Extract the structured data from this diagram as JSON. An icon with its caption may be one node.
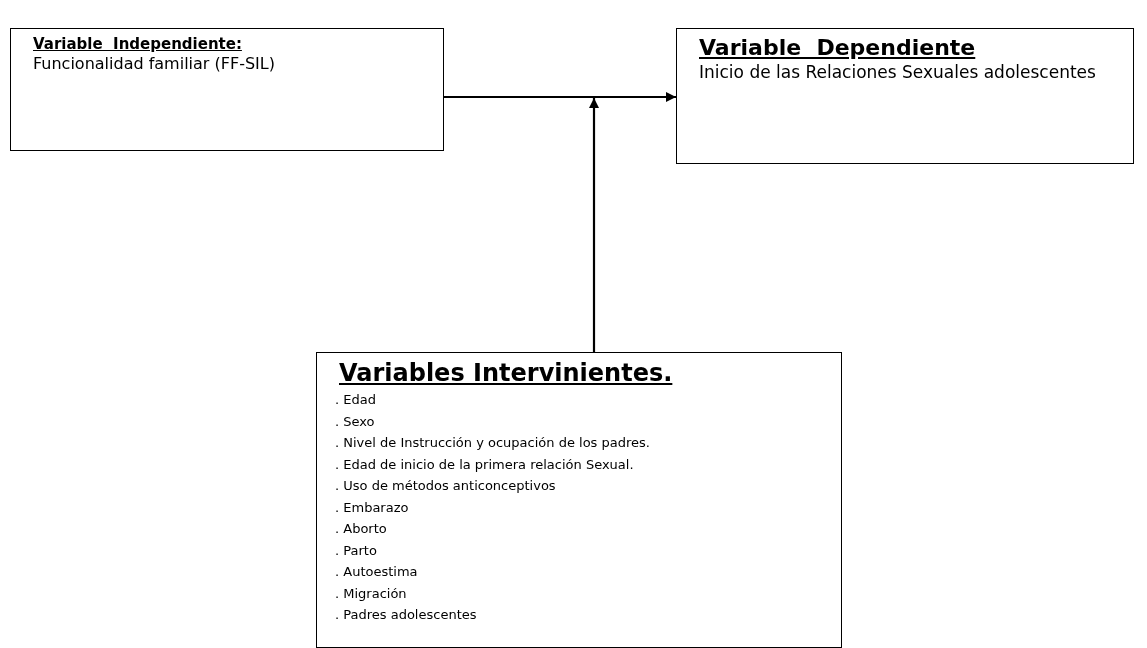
{
  "diagram": {
    "nodes": [
      {
        "text": [
          "Variable  Independiente:",
          "Funcionalidad familiar (FF-SIL)"
        ]
      },
      {
        "text": [
          "Variable  Dependiente",
          "Inicio de las Relaciones Sexuales adolescentes"
        ]
      },
      {
        "text": [
          "Variables Intervinientes.",
          ". Edad",
          ". Sexo",
          ". Nivel de Instrucción y ocupación de los padres.",
          ". Edad de inicio de la primera relación Sexual.",
          ". Uso de métodos anticonceptivos",
          ". Embarazo",
          ". Aborto",
          ". Parto",
          ". Autoestima",
          ". Migración",
          ". Padres adolescentes"
        ]
      }
    ],
    "edges": [
      {
        "from": 0,
        "to": 1,
        "arrow": "to"
      },
      {
        "from": 2,
        "to": null,
        "arrow": "to"
      }
    ]
  }
}
